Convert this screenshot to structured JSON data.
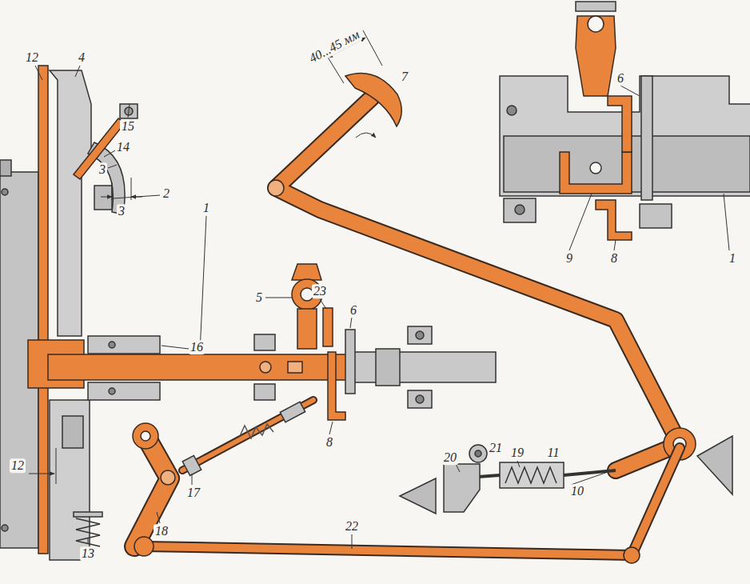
{
  "diagram": {
    "labels": [
      "40...45 мм",
      "7",
      "6",
      "12",
      "4",
      "15",
      "14",
      "3",
      "3",
      "2",
      "1",
      "16",
      "9",
      "8",
      "1",
      "5",
      "23",
      "6",
      "8",
      "21",
      "19",
      "11",
      "20",
      "10",
      "12",
      "17",
      "18",
      "22",
      "13"
    ]
  }
}
